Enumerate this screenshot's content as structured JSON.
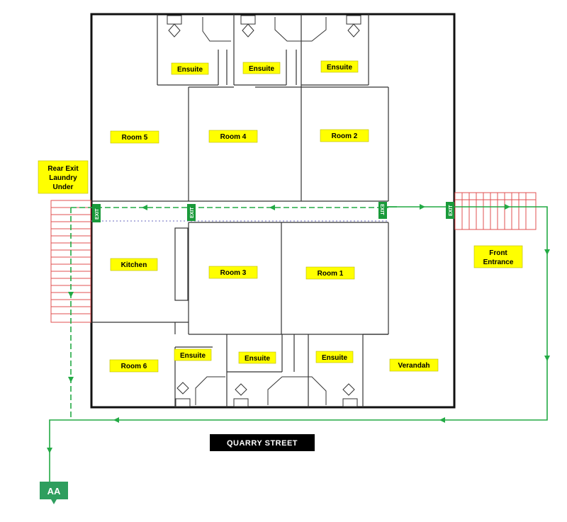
{
  "labels": {
    "room5": "Room 5",
    "room4": "Room 4",
    "room2": "Room 2",
    "kitchen": "Kitchen",
    "room3": "Room 3",
    "room1": "Room 1",
    "room6": "Room 6",
    "verandah": "Verandah",
    "ensuite_top_left": "Ensuite",
    "ensuite_top_mid": "Ensuite",
    "ensuite_top_right": "Ensuite",
    "ensuite_bot_left": "Ensuite",
    "ensuite_bot_mid": "Ensuite",
    "ensuite_bot_right": "Ensuite",
    "rear_exit": [
      "Rear Exit",
      "Laundry",
      "Under"
    ],
    "front_entrance": [
      "Front",
      "Entrance"
    ]
  },
  "exits": [
    "EXIT",
    "EXIT",
    "EXIT",
    "EXIT"
  ],
  "street": "QUARRY STREET",
  "assembly_area": "AA",
  "colors": {
    "wall": "#111111",
    "label_fill": "#ffff00",
    "evac_route": "#22aa44",
    "exit_sign": "#1a9a3a",
    "stairs": "#e05050",
    "street_fill": "#000000",
    "assembly_fill": "#2e9e5e"
  }
}
